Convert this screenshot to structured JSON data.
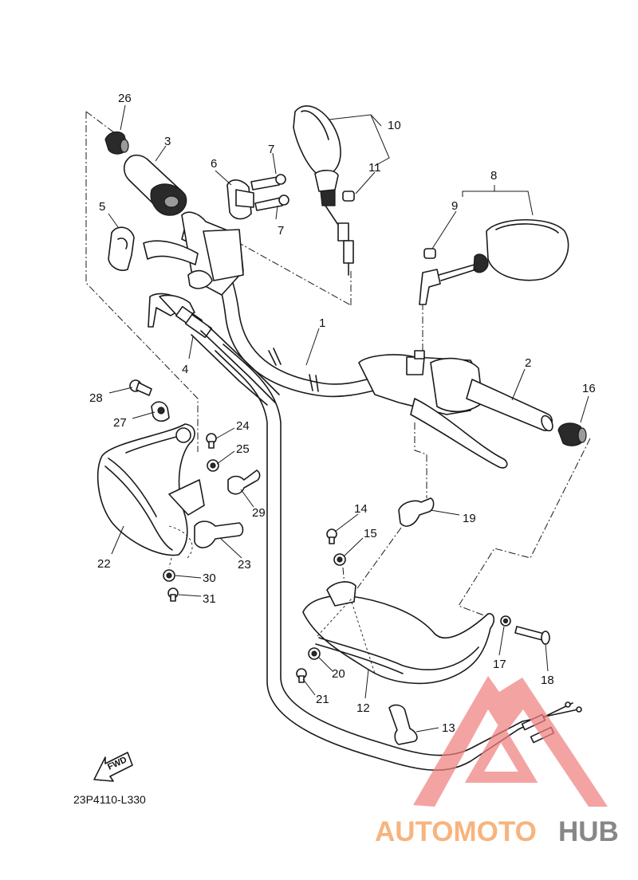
{
  "diagram": {
    "callouts": [
      "1",
      "2",
      "3",
      "4",
      "5",
      "6",
      "7",
      "7",
      "8",
      "9",
      "10",
      "11",
      "12",
      "13",
      "14",
      "15",
      "16",
      "17",
      "18",
      "19",
      "20",
      "21",
      "22",
      "23",
      "24",
      "25",
      "26",
      "27",
      "28",
      "29",
      "30",
      "31"
    ],
    "direction_label": "FWD",
    "drawing_code": "23P4110-L330"
  },
  "watermark": {
    "brand_part1": "AUTOMOTO",
    "brand_part2": "HUB",
    "colors": {
      "accent": "#f5a05a",
      "accent_light": "#f9bf8a",
      "triangle": "#f08080",
      "dark": "#666666"
    }
  }
}
